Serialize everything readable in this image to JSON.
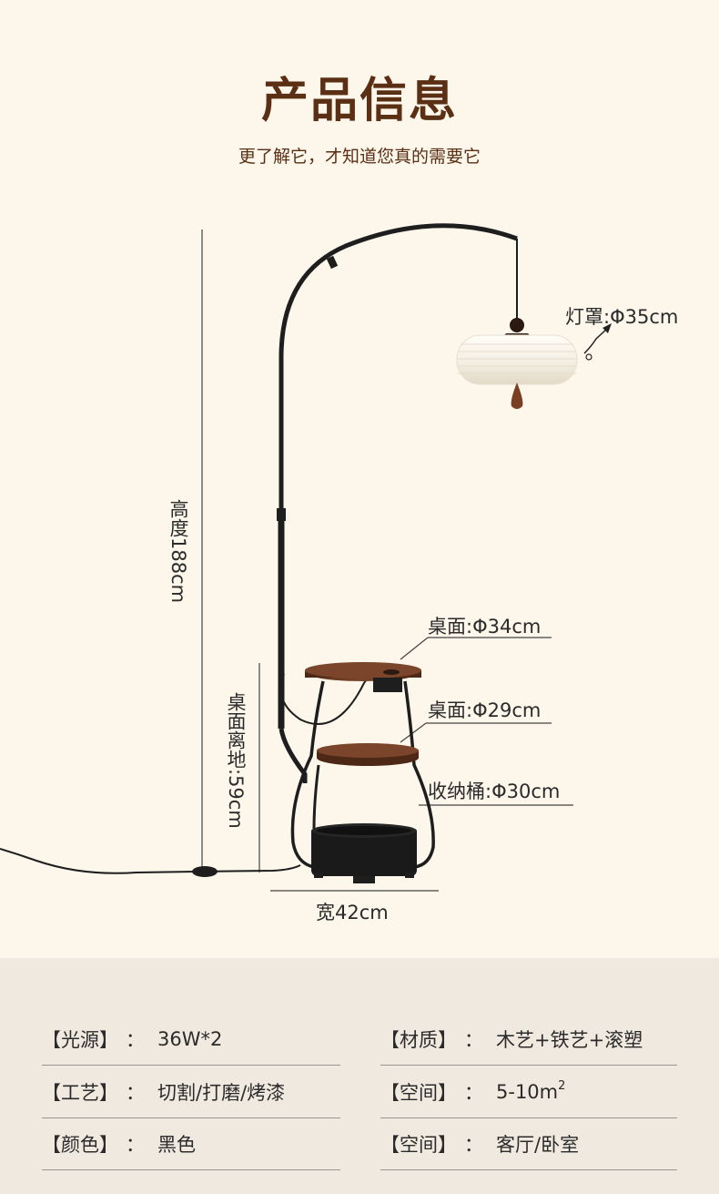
{
  "header": {
    "title": "产品信息",
    "subtitle": "更了解它，才知道您真的需要它"
  },
  "dimensions": {
    "height": "高度188cm",
    "table_height": "桌面离地:59cm",
    "shade": "灯罩:Φ35cm",
    "top_table": "桌面:Φ34cm",
    "mid_table": "桌面:Φ29cm",
    "bucket": "收纳桶:Φ30cm",
    "width": "宽42cm"
  },
  "specs": [
    {
      "key": "【光源】",
      "sep": "：",
      "value": "36W*2"
    },
    {
      "key": "【材质】",
      "sep": "：",
      "value": "木艺+铁艺+滚塑"
    },
    {
      "key": "【工艺】",
      "sep": "：",
      "value": "切割/打磨/烤漆"
    },
    {
      "key": "【空间】",
      "sep": "：",
      "value": "5-10m",
      "sup": "2"
    },
    {
      "key": "【颜色】",
      "sep": "：",
      "value": "黑色"
    },
    {
      "key": "【空间】",
      "sep": "：",
      "value": "客厅/卧室"
    }
  ],
  "colors": {
    "background": "#fcf6eb",
    "bottom_panel": "#f0e9df",
    "title": "#5a2f14",
    "wood": "#6b3a22",
    "metal": "#1e1e1e"
  }
}
